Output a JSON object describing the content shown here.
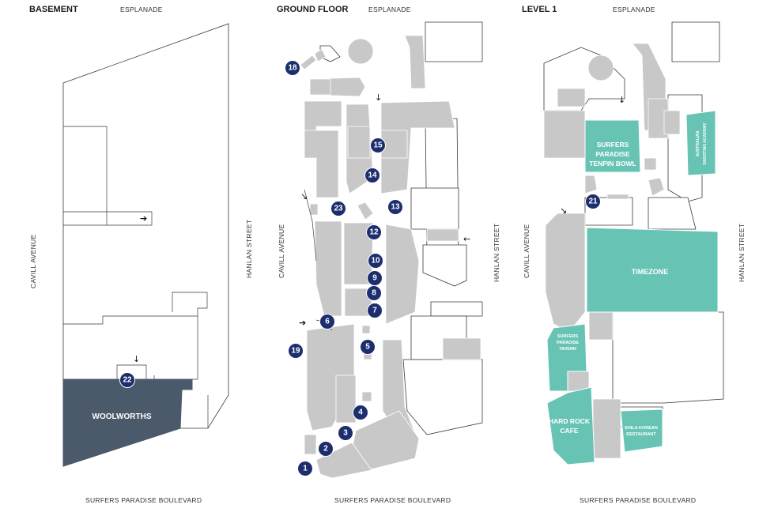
{
  "levels": {
    "basement": {
      "title": "BASEMENT",
      "street_top": "ESPLANADE",
      "street_left": "CAVILL AVENUE",
      "street_right": "HANLAN STREET",
      "street_bottom": "SURFERS PARADISE BOULEVARD",
      "anchor_store": "WOOLWORTHS",
      "markers": [
        "22"
      ]
    },
    "ground_floor": {
      "title": "GROUND FLOOR",
      "street_top": "ESPLANADE",
      "street_left": "CAVILL AVENUE",
      "street_right": "HANLAN STREET",
      "street_bottom": "SURFERS PARADISE BOULEVARD",
      "markers": [
        "1",
        "2",
        "3",
        "4",
        "5",
        "6",
        "7",
        "8",
        "9",
        "10",
        "12",
        "13",
        "14",
        "15",
        "18",
        "19",
        "23"
      ]
    },
    "level_1": {
      "title": "LEVEL 1",
      "street_top": "ESPLANADE",
      "street_left": "CAVILL AVENUE",
      "street_right": "HANLAN STREET",
      "street_bottom": "SURFERS PARADISE BOULEVARD",
      "tenants": {
        "tenpin_line1": "SURFERS",
        "tenpin_line2": "PARADISE",
        "tenpin_line3": "TENPIN BOWL",
        "shooting_line1": "AUSTRALIAN",
        "shooting_line2": "SHOOTING ACADEMY",
        "timezone": "TIMEZONE",
        "tavern_line1": "SURFERS",
        "tavern_line2": "PARADISE",
        "tavern_line3": "TAVERN",
        "hardrock_line1": "HARD ROCK",
        "hardrock_line2": "CAFE",
        "shila_line1": "SHILA KOREAN",
        "shila_line2": "RESTAURANT"
      },
      "markers": [
        "21"
      ]
    }
  },
  "colors": {
    "marker": "#1c2e6e",
    "teal": "#67c4b5",
    "anchor": "#4a5a6a",
    "shop": "#c8c8c8"
  }
}
